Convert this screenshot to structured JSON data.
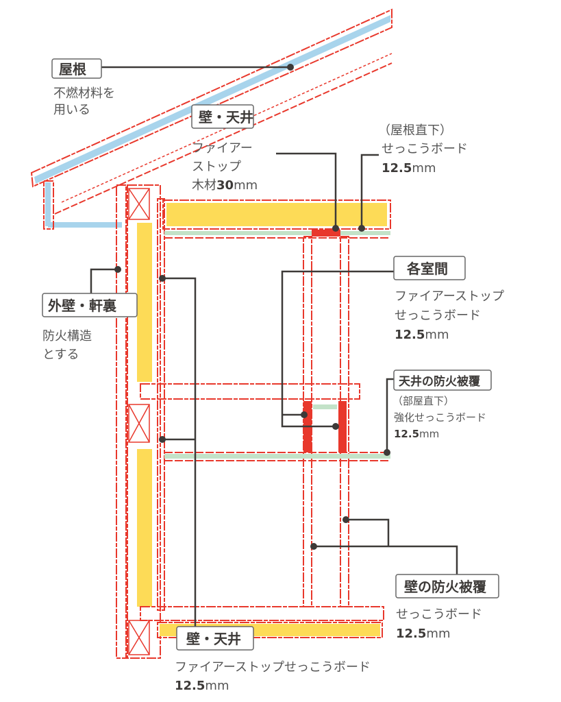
{
  "title": "屋根・壁・天井の防火構造図",
  "colors": {
    "structure": "#e8382c",
    "insulation": "#fddb57",
    "roofing": "#a8d4ec",
    "board": "#c3e2c8",
    "leader": "#3d3a38"
  },
  "labels": {
    "roof": {
      "title": "屋根",
      "lines": [
        "不燃材料を",
        "用いる"
      ]
    },
    "wall_ceiling_top": {
      "title": "壁・天井",
      "lines": [
        "ファイアー",
        "ストップ"
      ],
      "last": "木材",
      "num": "30",
      "unit": "mm"
    },
    "under_roof": {
      "lines": [
        "（屋根直下）",
        "せっこうボード"
      ],
      "num": "12.5",
      "unit": "mm"
    },
    "exterior": {
      "title": "外壁・軒裏",
      "lines": [
        "防火構造",
        "とする"
      ]
    },
    "between_rooms": {
      "title": "各室間",
      "lines": [
        "ファイアーストップ",
        "せっこうボード"
      ],
      "num": "12.5",
      "unit": "mm"
    },
    "ceiling_cover": {
      "title": "天井の防火被覆",
      "lines": [
        "（部屋直下）",
        "強化せっこうボード"
      ],
      "num": "12.5",
      "unit": "mm"
    },
    "wall_cover": {
      "title": "壁の防火被覆",
      "lines": [
        "せっこうボード"
      ],
      "num": "12.5",
      "unit": "mm"
    },
    "wall_ceiling_bottom": {
      "title": "壁・天井",
      "lines": [
        "ファイアーストップせっこうボード"
      ],
      "num": "12.5",
      "unit": "mm"
    }
  }
}
